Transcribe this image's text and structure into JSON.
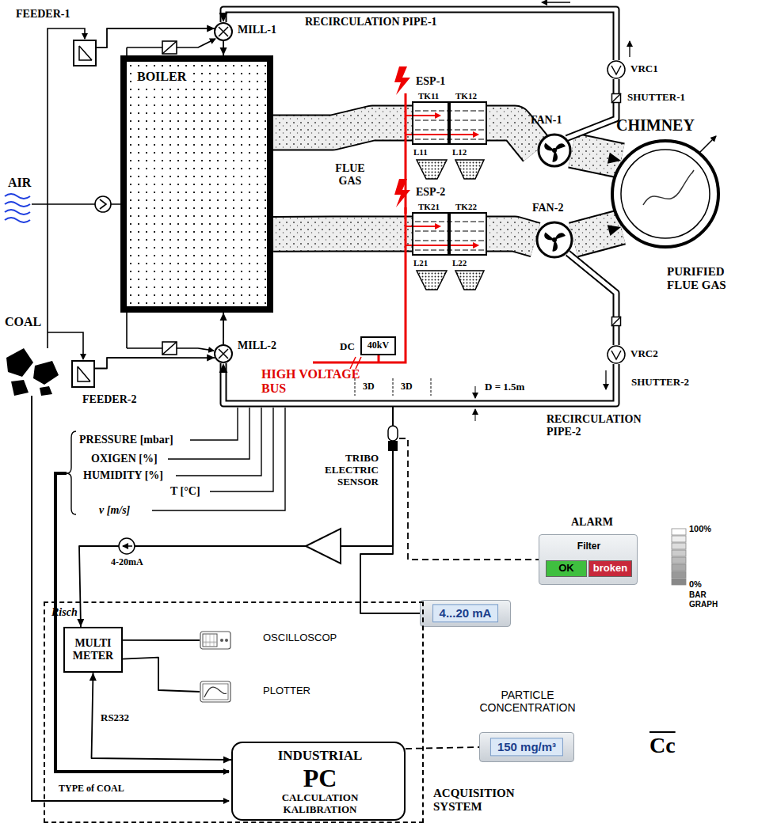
{
  "diagram": {
    "nodes": [
      {
        "text": [
          "FEEDER-1"
        ]
      },
      {
        "text": [
          "MILL-1"
        ]
      },
      {
        "text": [
          "BOILER"
        ]
      },
      {
        "text": [
          "ESP-1"
        ]
      },
      {
        "text": [
          "TK11"
        ],
        "in": 3
      },
      {
        "text": [
          "TK12"
        ],
        "in": 3
      },
      {
        "text": [
          "FAN-1"
        ]
      },
      {
        "text": [
          "VRC1"
        ]
      },
      {
        "text": [
          "SHUTTER-1"
        ]
      },
      {
        "text": [
          "CHIMNEY"
        ]
      },
      {
        "text": [
          "ESP-2"
        ]
      },
      {
        "text": [
          "TK21"
        ],
        "in": 10
      },
      {
        "text": [
          "TK22"
        ],
        "in": 10
      },
      {
        "text": [
          "FAN-2"
        ]
      },
      {
        "text": [
          "MILL-2"
        ]
      },
      {
        "text": [
          "FEEDER-2"
        ]
      },
      {
        "text": [
          "DC",
          "40kV"
        ]
      },
      {
        "text": [
          "VRC2"
        ]
      },
      {
        "text": [
          "SHUTTER-2"
        ]
      },
      {
        "text": [
          "TRIBO ELECTRIC SENSOR"
        ]
      },
      {
        "text": [
          "ALARM",
          "Filter",
          "OK",
          "broken"
        ]
      },
      {
        "text": [
          "4...20 mA"
        ]
      },
      {
        "text": [
          "Risch",
          "ACQUISITION SYSTEM"
        ]
      },
      {
        "text": [
          "MULTI METER"
        ],
        "in": 22
      },
      {
        "text": [
          "OSCILLOSCOP"
        ],
        "in": 22
      },
      {
        "text": [
          "PLOTTER"
        ],
        "in": 22
      },
      {
        "text": [
          "INDUSTRIAL",
          "PC",
          "CALCULATION KALIBRATION"
        ],
        "in": 22
      },
      {
        "text": [
          "PARTICLE CONCENTRATION",
          "150 mg/m³"
        ]
      }
    ],
    "edges": [
      {
        "from": 0,
        "to": 1,
        "arrow": "to"
      },
      {
        "from": 15,
        "to": 14,
        "arrow": "to"
      },
      {
        "from": 1,
        "to": 2,
        "arrow": "to"
      },
      {
        "from": 14,
        "to": 2,
        "arrow": "to"
      },
      {
        "from": 2,
        "to": 3,
        "arrow": "none"
      },
      {
        "from": 2,
        "to": 10,
        "arrow": "none"
      },
      {
        "from": 3,
        "to": 6,
        "arrow": "none"
      },
      {
        "from": 10,
        "to": 13,
        "arrow": "none"
      },
      {
        "from": 6,
        "to": 9,
        "arrow": "to"
      },
      {
        "from": 13,
        "to": 9,
        "arrow": "to"
      },
      {
        "from": 6,
        "to": 8,
        "arrow": "none"
      },
      {
        "from": 8,
        "to": 7,
        "arrow": "none"
      },
      {
        "from": 7,
        "to": 1,
        "arrow": "to"
      },
      {
        "from": 13,
        "to": 18,
        "arrow": "none"
      },
      {
        "from": 18,
        "to": 17,
        "arrow": "none"
      },
      {
        "from": 17,
        "to": 14,
        "arrow": "to"
      },
      {
        "from": 19,
        "to": 20,
        "arrow": "none"
      },
      {
        "from": 19,
        "to": 21,
        "arrow": "none"
      },
      {
        "from": 19,
        "to": 23,
        "arrow": "to"
      },
      {
        "from": 23,
        "to": 24,
        "arrow": "none"
      },
      {
        "from": 23,
        "to": 25,
        "arrow": "none"
      },
      {
        "from": 23,
        "to": 26,
        "arrow": "both",
        "label": "RS232"
      },
      {
        "from": 26,
        "to": 27,
        "arrow": "none"
      }
    ],
    "labels": [
      "AIR",
      "COAL",
      "FLUE GAS",
      "RECIRCULATION PIPE-1",
      "PURIFIED FLUE GAS",
      "HIGH VOLTAGE BUS",
      "L11",
      "L12",
      "L21",
      "L22",
      "3D",
      "3D",
      "D = 1.5m",
      "RECIRCULATION PIPE-2",
      "PRESSURE [mbar]",
      "OXIGEN [%]",
      "HUMIDITY [%]",
      "T [°C]",
      "v [m/s]",
      "4-20mA",
      "TYPE of COAL",
      "100%",
      "0%",
      "BAR GRAPH",
      "Cc"
    ]
  }
}
